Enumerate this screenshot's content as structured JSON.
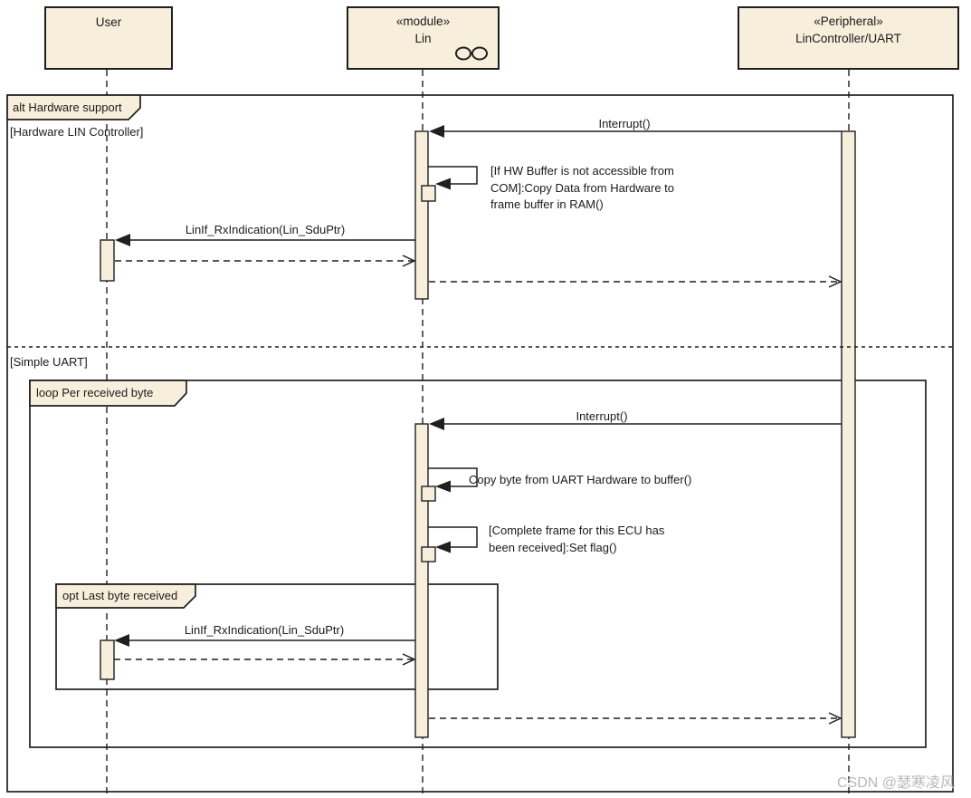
{
  "participants": [
    {
      "stereotype": "",
      "name": "User"
    },
    {
      "stereotype": "«module»",
      "name": "Lin",
      "icon": "module-chain-icon"
    },
    {
      "stereotype": "«Peripheral»",
      "name": "LinController/UART"
    }
  ],
  "fragments": {
    "alt": {
      "label": "alt Hardware support",
      "guards": [
        "[Hardware LIN Controller]",
        "[Simple UART]"
      ]
    },
    "loop": {
      "label": "loop Per received byte"
    },
    "opt": {
      "label": "opt Last byte received"
    }
  },
  "messages": {
    "interrupt1": {
      "label": "Interrupt()"
    },
    "self_copy_hw": {
      "lines": [
        "[If HW Buffer is not accessible from",
        "COM]:Copy Data from Hardware to",
        "frame buffer in RAM()"
      ]
    },
    "rx_indication1": {
      "label": "LinIf_RxIndication(Lin_SduPtr)"
    },
    "interrupt2": {
      "label": "Interrupt()"
    },
    "self_copy_byte": {
      "label": "Copy byte from UART Hardware to buffer()"
    },
    "self_set_flag": {
      "lines": [
        "[Complete frame for this ECU has",
        "been received]:Set flag()"
      ]
    },
    "rx_indication2": {
      "label": "LinIf_RxIndication(Lin_SduPtr)"
    }
  },
  "watermark": "CSDN @瑟寒凌风",
  "colors": {
    "box_fill": "#f8eedc",
    "line": "#1f1f1f",
    "watermark_text": "#b8b8b8"
  }
}
